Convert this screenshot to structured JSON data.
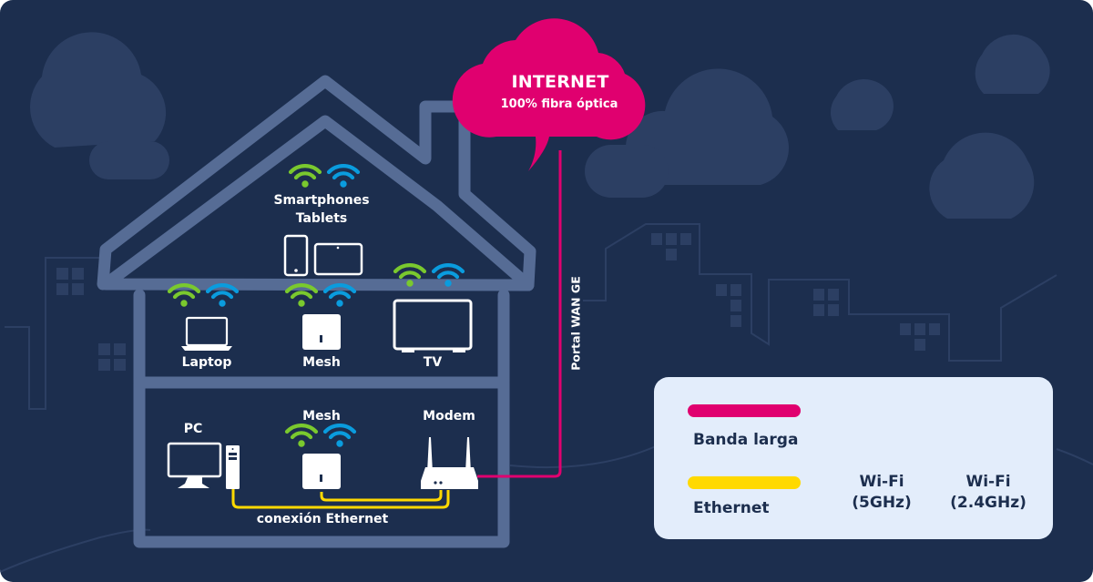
{
  "colors": {
    "background": "#1c2e4e",
    "cloud_bg": "#2c3f63",
    "house_outline": "#566c95",
    "internet": "#e0006f",
    "ethernet": "#ffd900",
    "wifi_5ghz": "#0a9cde",
    "wifi_24ghz": "#7ac92e",
    "legend_bg": "#e3edfb",
    "legend_text": "#1c2e4e"
  },
  "internet_cloud": {
    "title": "INTERNET",
    "subtitle": "100% fibra óptica"
  },
  "wan_port_label": "Portal WAN GE",
  "devices": {
    "smartphones_line1": "Smartphones",
    "smartphones_line2": "Tablets",
    "laptop": "Laptop",
    "mesh_upper": "Mesh",
    "tv": "TV",
    "pc": "PC",
    "mesh_lower": "Mesh",
    "modem": "Modem"
  },
  "ethernet_caption": "conexión Ethernet",
  "legend": {
    "broadband": "Banda larga",
    "ethernet": "Ethernet",
    "wifi_5_line1": "Wi-Fi",
    "wifi_5_line2": "(5GHz)",
    "wifi_24_line1": "Wi-Fi",
    "wifi_24_line2": "(2.4GHz)"
  }
}
